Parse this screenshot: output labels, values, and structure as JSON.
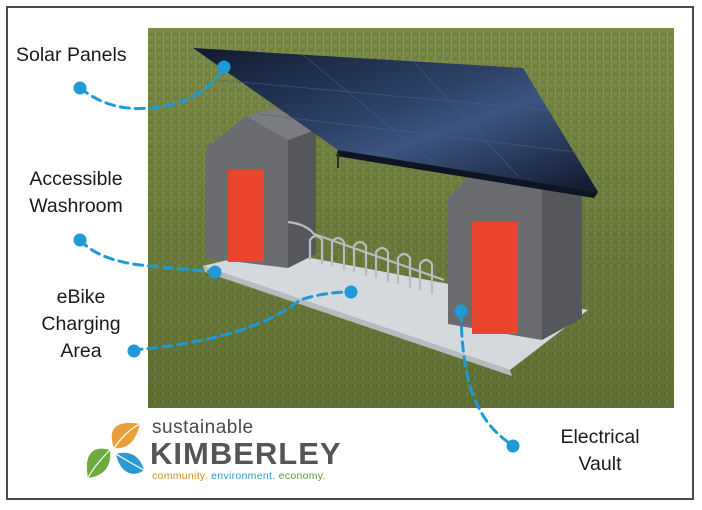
{
  "labels": {
    "solar_panels": "Solar Panels",
    "washroom_line1": "Accessible",
    "washroom_line2": "Washroom",
    "ebike_line1": "eBike",
    "ebike_line2": "Charging",
    "ebike_line3": "Area",
    "vault_line1": "Electrical",
    "vault_line2": "Vault"
  },
  "logo": {
    "word1": "sustainable",
    "word2": "KIMBERLEY",
    "tag_community": "community.",
    "tag_environment": "environment.",
    "tag_economy": "economy."
  },
  "colors": {
    "callout": "#1e9ad6",
    "door": "#e8452c",
    "building": "#6b6d72",
    "grass": "#6a7a3a",
    "panel": "#1a2a4a",
    "tag_community": "#d98b1a",
    "tag_environment": "#2c9ad0",
    "tag_economy": "#5a9a3a"
  }
}
